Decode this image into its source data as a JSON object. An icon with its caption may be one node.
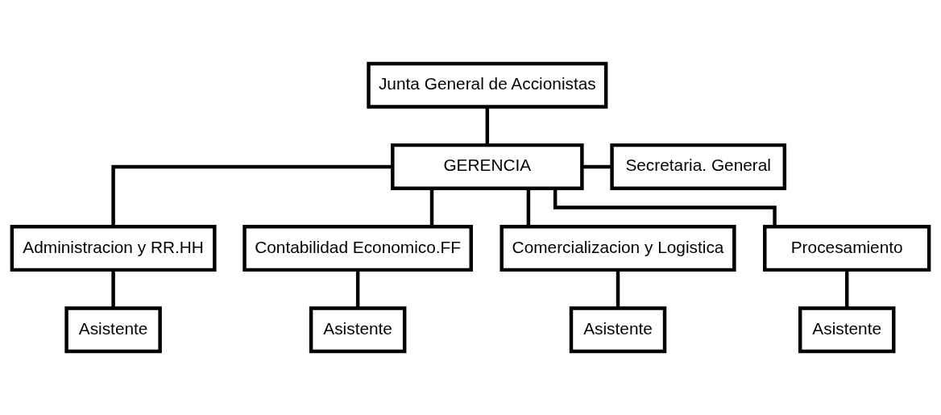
{
  "diagram": {
    "nodes": [
      {
        "text": [
          "Junta General de Accionistas"
        ]
      },
      {
        "text": [
          "GERENCIA"
        ]
      },
      {
        "text": [
          "Secretaria. General"
        ]
      },
      {
        "text": [
          "Administracion y RR.HH"
        ]
      },
      {
        "text": [
          "Asistente"
        ]
      },
      {
        "text": [
          "Contabilidad Economico.FF"
        ]
      },
      {
        "text": [
          "Asistente"
        ]
      },
      {
        "text": [
          "Comercializacion y Logistica"
        ]
      },
      {
        "text": [
          "Asistente"
        ]
      },
      {
        "text": [
          "Procesamiento"
        ]
      },
      {
        "text": [
          "Asistente"
        ]
      }
    ],
    "edges": [
      {
        "from": 0,
        "to": 1,
        "arrow": "none"
      },
      {
        "from": 1,
        "to": 2,
        "arrow": "none"
      },
      {
        "from": 1,
        "to": 3,
        "arrow": "none"
      },
      {
        "from": 1,
        "to": 5,
        "arrow": "none"
      },
      {
        "from": 1,
        "to": 7,
        "arrow": "none"
      },
      {
        "from": 1,
        "to": 9,
        "arrow": "none"
      },
      {
        "from": 3,
        "to": 4,
        "arrow": "none"
      },
      {
        "from": 5,
        "to": 6,
        "arrow": "none"
      },
      {
        "from": 7,
        "to": 8,
        "arrow": "none"
      },
      {
        "from": 9,
        "to": 10,
        "arrow": "none"
      }
    ]
  }
}
